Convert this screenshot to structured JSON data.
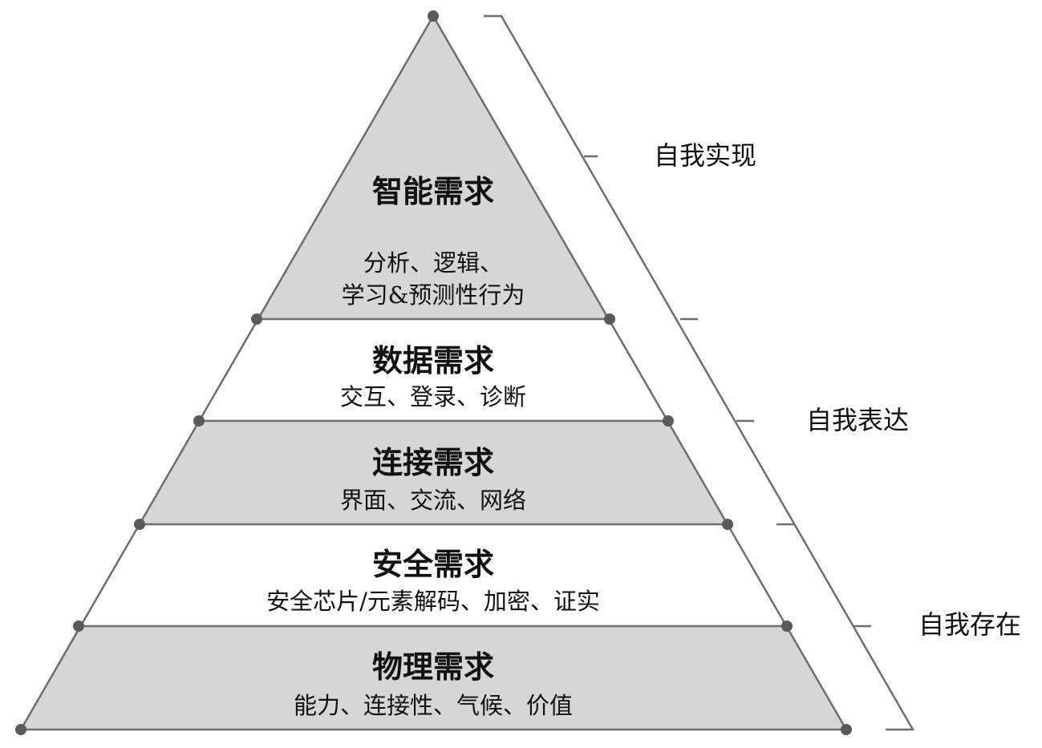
{
  "tiers": [
    {
      "title": "智能需求",
      "desc": [
        "分析、逻辑、",
        "学习&预测性行为"
      ],
      "fill": "#d6d6d6"
    },
    {
      "title": "数据需求",
      "desc": [
        "交互、登录、诊断"
      ],
      "fill": "#ffffff"
    },
    {
      "title": "连接需求",
      "desc": [
        "界面、交流、网络"
      ],
      "fill": "#d6d6d6"
    },
    {
      "title": "安全需求",
      "desc": [
        "安全芯片/元素解码、加密、证实"
      ],
      "fill": "#ffffff"
    },
    {
      "title": "物理需求",
      "desc": [
        "能力、连接性、气候、价值"
      ],
      "fill": "#d6d6d6"
    }
  ],
  "side_labels": [
    "自我实现",
    "自我表达",
    "自我存在"
  ],
  "colors": {
    "shaded": "#d6d6d6",
    "plain": "#ffffff",
    "line": "#6e6e6e",
    "node": "#5a5a5a",
    "text": "#111111"
  }
}
